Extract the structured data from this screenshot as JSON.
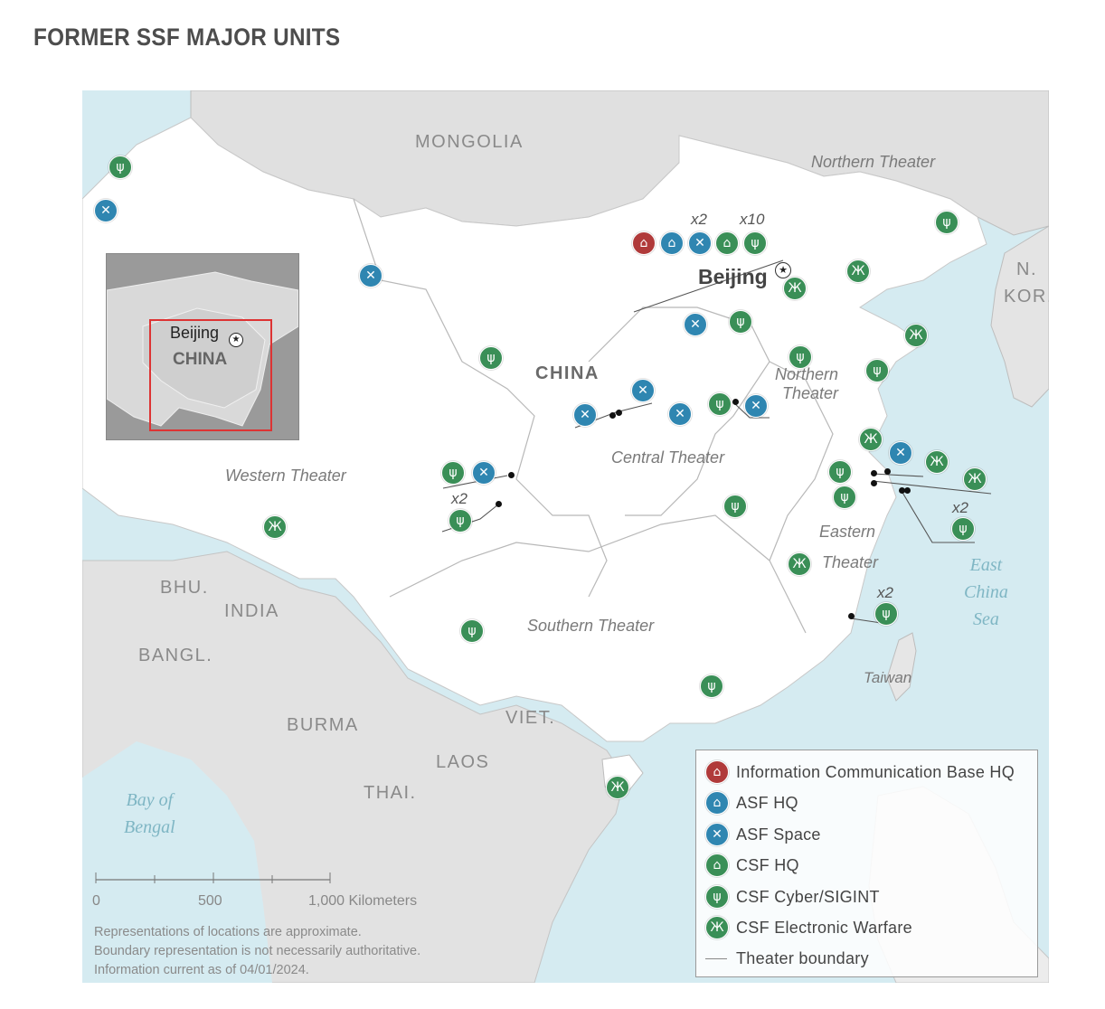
{
  "title": "FORMER SSF MAJOR UNITS",
  "countries": {
    "mongolia": "MONGOLIA",
    "china": "CHINA",
    "north_korea_1": "N.",
    "north_korea_2": "KOR.",
    "bhutan": "BHU.",
    "india": "INDIA",
    "bangladesh": "BANGL.",
    "burma": "BURMA",
    "laos": "LAOS",
    "vietnam": "VIET.",
    "thailand": "THAI.",
    "taiwan": "Taiwan"
  },
  "cities": {
    "beijing": "Beijing"
  },
  "theaters": {
    "northern_top": "Northern Theater",
    "northern_1": "Northern",
    "northern_2": "Theater",
    "central": "Central Theater",
    "western": "Western Theater",
    "eastern_1": "Eastern",
    "eastern_2": "Theater",
    "southern": "Southern Theater"
  },
  "seas": {
    "east_china_1": "East",
    "east_china_2": "China",
    "east_china_3": "Sea",
    "bengal_1": "Bay of",
    "bengal_2": "Bengal"
  },
  "multipliers": {
    "asf_space_beijing": "x2",
    "cyber_beijing": "x10",
    "western": "x2",
    "eastern": "x2",
    "southeast": "x2"
  },
  "inset": {
    "city": "Beijing",
    "country": "CHINA"
  },
  "legend": {
    "items": [
      {
        "label": "Information Communication Base HQ",
        "color": "#b03a3a",
        "icon": "hq-building-icon"
      },
      {
        "label": "ASF HQ",
        "color": "#2f86b1",
        "icon": "hq-building-icon"
      },
      {
        "label": "ASF Space",
        "color": "#2f86b1",
        "icon": "satellite-icon"
      },
      {
        "label": "CSF HQ",
        "color": "#3a8f57",
        "icon": "hq-building-icon"
      },
      {
        "label": "CSF Cyber/SIGINT",
        "color": "#3a8f57",
        "icon": "antenna-icon"
      },
      {
        "label": "CSF Electronic Warfare",
        "color": "#3a8f57",
        "icon": "radar-icon"
      }
    ],
    "boundary_label": "Theater boundary"
  },
  "scale": {
    "tick_0": "0",
    "tick_500": "500",
    "tick_1000": "1,000 Kilometers"
  },
  "notes": {
    "line1": "Representations of locations are approximate.",
    "line2": "Boundary representation is not necessarily authoritative.",
    "line3": "Information current as of 04/01/2024."
  }
}
